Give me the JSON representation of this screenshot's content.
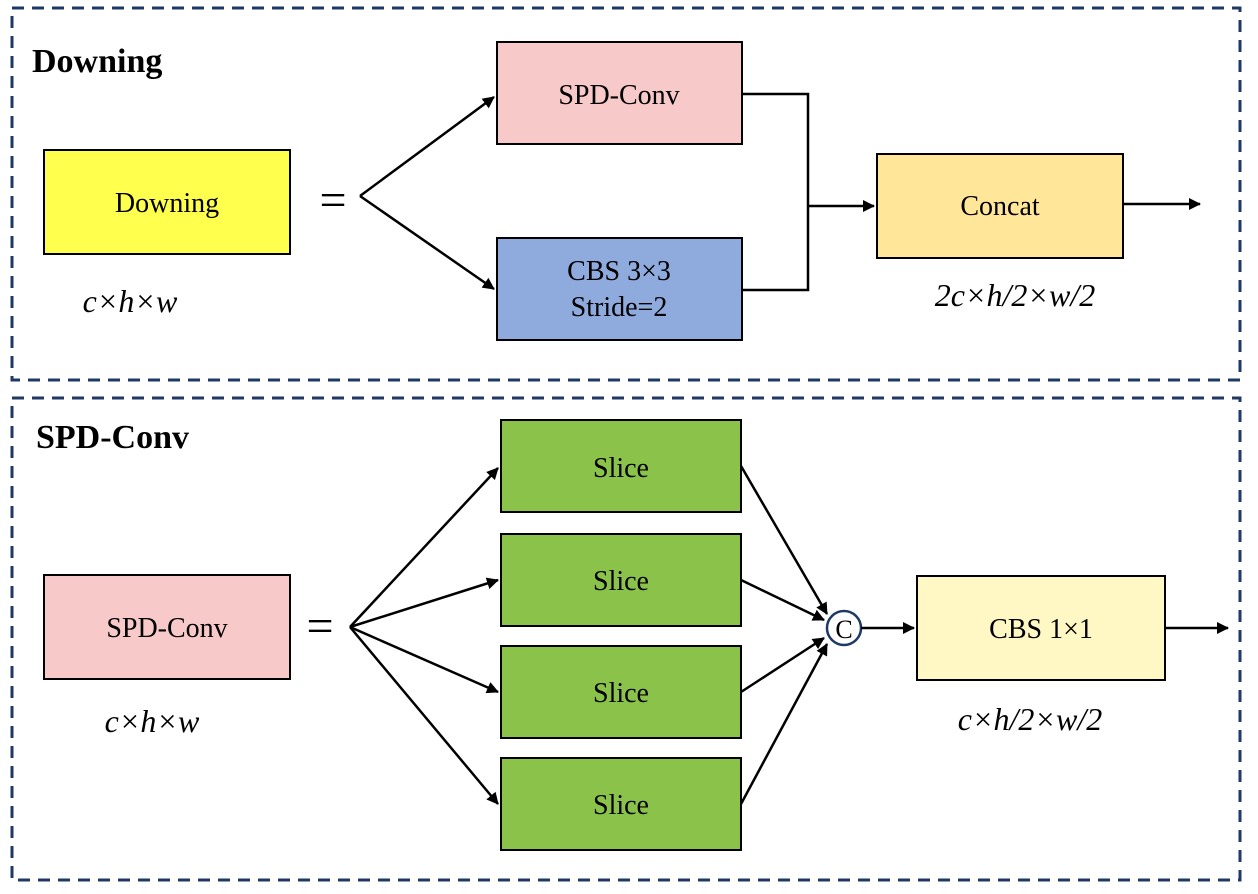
{
  "panels": {
    "downing": {
      "title": "Downing",
      "input_box": "Downing",
      "input_dims": "c×h×w",
      "equals": "=",
      "spd_conv_box": "SPD-Conv",
      "cbs_box": {
        "line1": "CBS 3×3",
        "line2": "Stride=2"
      },
      "concat_box": "Concat",
      "output_dims": "2c×h/2×w/2"
    },
    "spd_conv": {
      "title": "SPD-Conv",
      "input_box": "SPD-Conv",
      "input_dims": "c×h×w",
      "equals": "=",
      "slices": [
        "Slice",
        "Slice",
        "Slice",
        "Slice"
      ],
      "concat_node": "C",
      "cbs_box": "CBS 1×1",
      "output_dims": "c×h/2×w/2"
    }
  },
  "colors": {
    "panel_border": "#1f3864",
    "downing_yellow": "#ffff4d",
    "spd_pink": "#f8c9c9",
    "cbs_blue": "#8faadc",
    "concat_orange": "#ffe699",
    "slice_green": "#8bc34a",
    "cbs_light_yellow": "#fff8c4"
  }
}
